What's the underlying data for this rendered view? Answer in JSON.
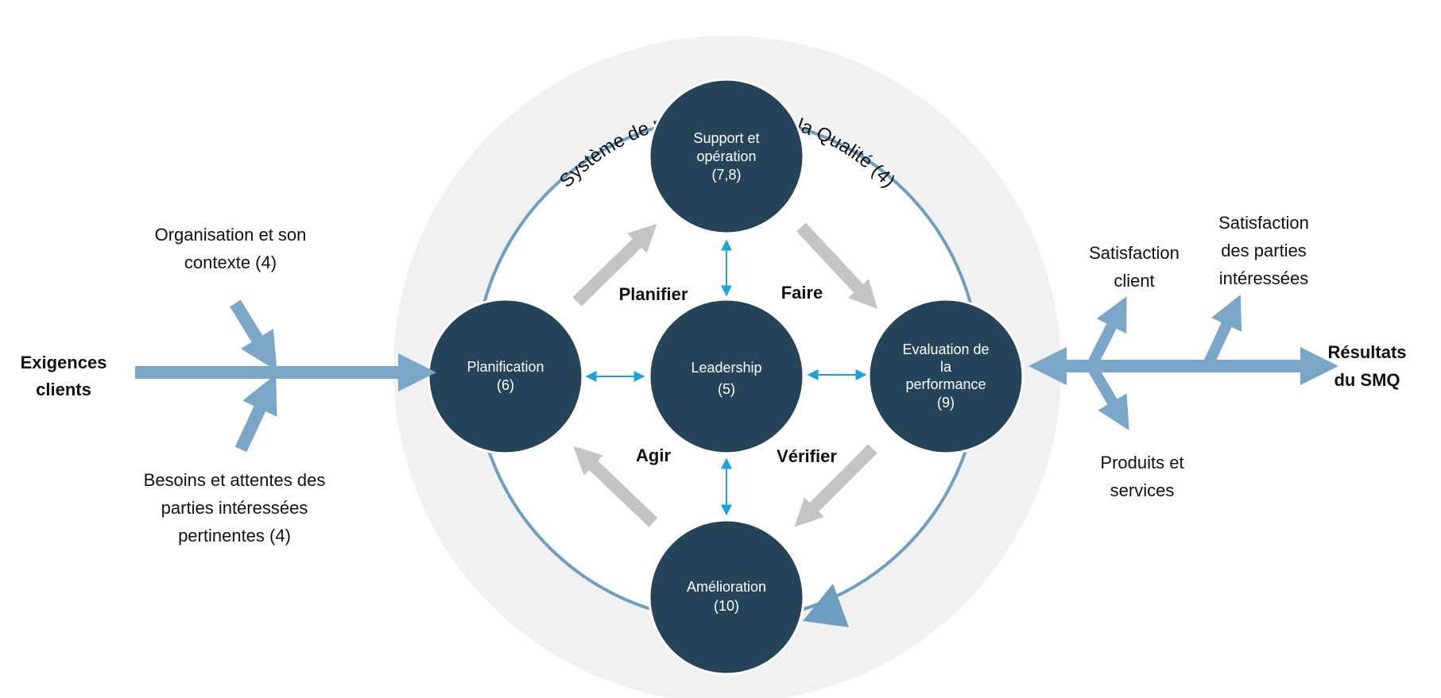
{
  "diagram": {
    "system_label": "Système de management de la Qualité (4)",
    "nodes": {
      "support": [
        "Support et",
        "opération",
        "(7,8)"
      ],
      "planification": [
        "Planification",
        "(6)"
      ],
      "leadership": [
        "Leadership",
        "(5)"
      ],
      "evaluation": [
        "Evaluation de",
        "la",
        "performance",
        "(9)"
      ],
      "amelioration": [
        "Amélioration",
        "(10)"
      ]
    },
    "pdca": {
      "planifier": "Planifier",
      "faire": "Faire",
      "agir": "Agir",
      "verifier": "Vérifier"
    },
    "inputs": {
      "main": [
        "Exigences",
        "clients"
      ],
      "top": [
        "Organisation et son",
        "contexte (4)"
      ],
      "bottom": [
        "Besoins et attentes des",
        "parties intéressées",
        "pertinentes (4)"
      ]
    },
    "outputs": {
      "main": [
        "Résultats",
        "du SMQ"
      ],
      "satisfaction_client": [
        "Satisfaction",
        "client"
      ],
      "satisfaction_parties": [
        "Satisfaction",
        "des parties",
        "intéressées"
      ],
      "produits": [
        "Produits et",
        "services"
      ]
    },
    "colors": {
      "node_fill": "#264459",
      "ring": "#6f9fc0",
      "flow_arrow": "#7aa6c7",
      "cycle_arrow": "#c4c4c4",
      "double_arrow": "#1aa3dc",
      "outer_disc": "#f1f1f1"
    }
  }
}
